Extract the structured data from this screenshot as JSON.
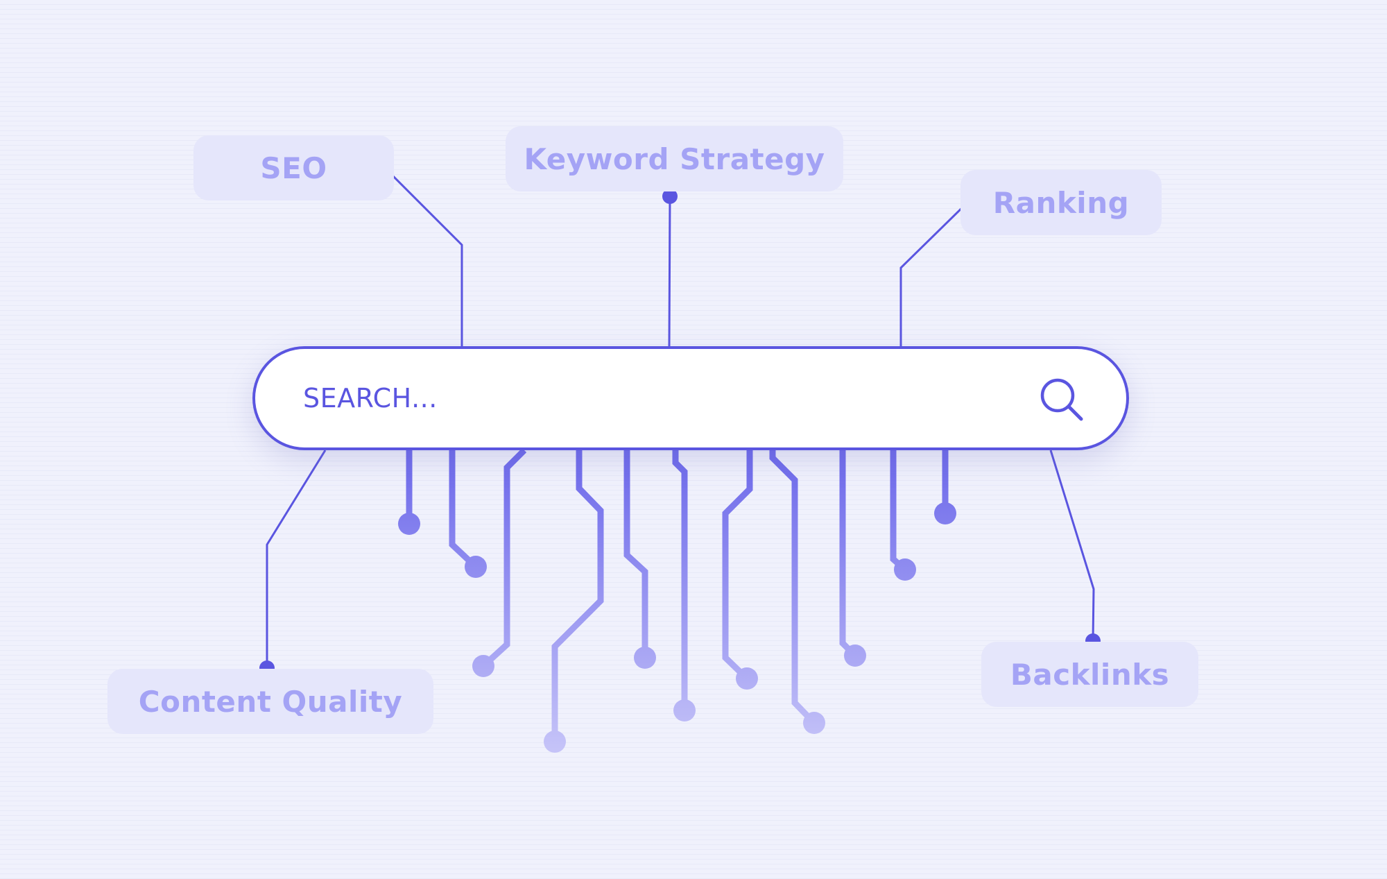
{
  "tags": {
    "seo": "SEO",
    "keyword": "Keyword Strategy",
    "ranking": "Ranking",
    "content": "Content Quality",
    "backlinks": "Backlinks"
  },
  "search": {
    "placeholder": "SEARCH..."
  },
  "icons": {
    "search": "search-icon"
  },
  "colors": {
    "accent": "#5a55e0",
    "tag_background": "#e5e6fb",
    "tag_text": "#a4a3f5",
    "background": "#f0f1fc"
  }
}
